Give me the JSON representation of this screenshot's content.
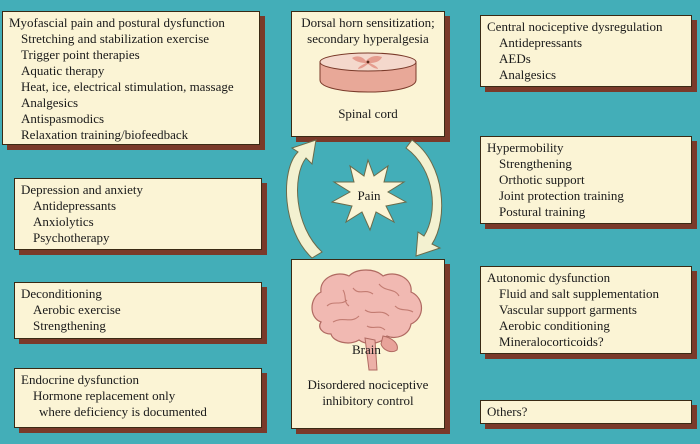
{
  "left_boxes": [
    {
      "title": "Myofascial pain and postural dysfunction",
      "items": [
        "Stretching and stabilization exercise",
        "Trigger point therapies",
        "Aquatic therapy",
        "Heat, ice, electrical stimulation, massage",
        "Analgesics",
        "Antispasmodics",
        "Relaxation training/biofeedback"
      ]
    },
    {
      "title": "Depression and anxiety",
      "items": [
        "Antidepressants",
        "Anxiolytics",
        "Psychotherapy"
      ]
    },
    {
      "title": "Deconditioning",
      "items": [
        "Aerobic exercise",
        "Strengthening"
      ]
    },
    {
      "title": "Endocrine dysfunction",
      "items": [
        "Hormone replacement only",
        "where deficiency is documented"
      ]
    }
  ],
  "right_boxes": [
    {
      "title": "Central nociceptive dysregulation",
      "items": [
        "Antidepressants",
        "AEDs",
        "Analgesics"
      ]
    },
    {
      "title": "Hypermobility",
      "items": [
        "Strengthening",
        "Orthotic support",
        "Joint protection training",
        "Postural training"
      ]
    },
    {
      "title": "Autonomic dysfunction",
      "items": [
        "Fluid and salt supplementation",
        "Vascular support garments",
        "Aerobic conditioning",
        "Mineralocorticoids?"
      ]
    },
    {
      "title": "Others?",
      "items": []
    }
  ],
  "center": {
    "top_title_line1": "Dorsal horn sensitization;",
    "top_title_line2": "secondary hyperalgesia",
    "spinal_label": "Spinal cord",
    "pain_label": "Pain",
    "brain_label": "Brain",
    "bottom_caption_line1": "Disordered nociceptive",
    "bottom_caption_line2": "inhibitory control"
  },
  "colors": {
    "background": "#43aeb8",
    "box_fill": "#fbf4d5",
    "box_shadow": "#7a3a2a",
    "arrow_fill": "#f3f1d0",
    "brain_fill": "#f1b9b2",
    "spinal_fill": "#f2d3c6"
  }
}
